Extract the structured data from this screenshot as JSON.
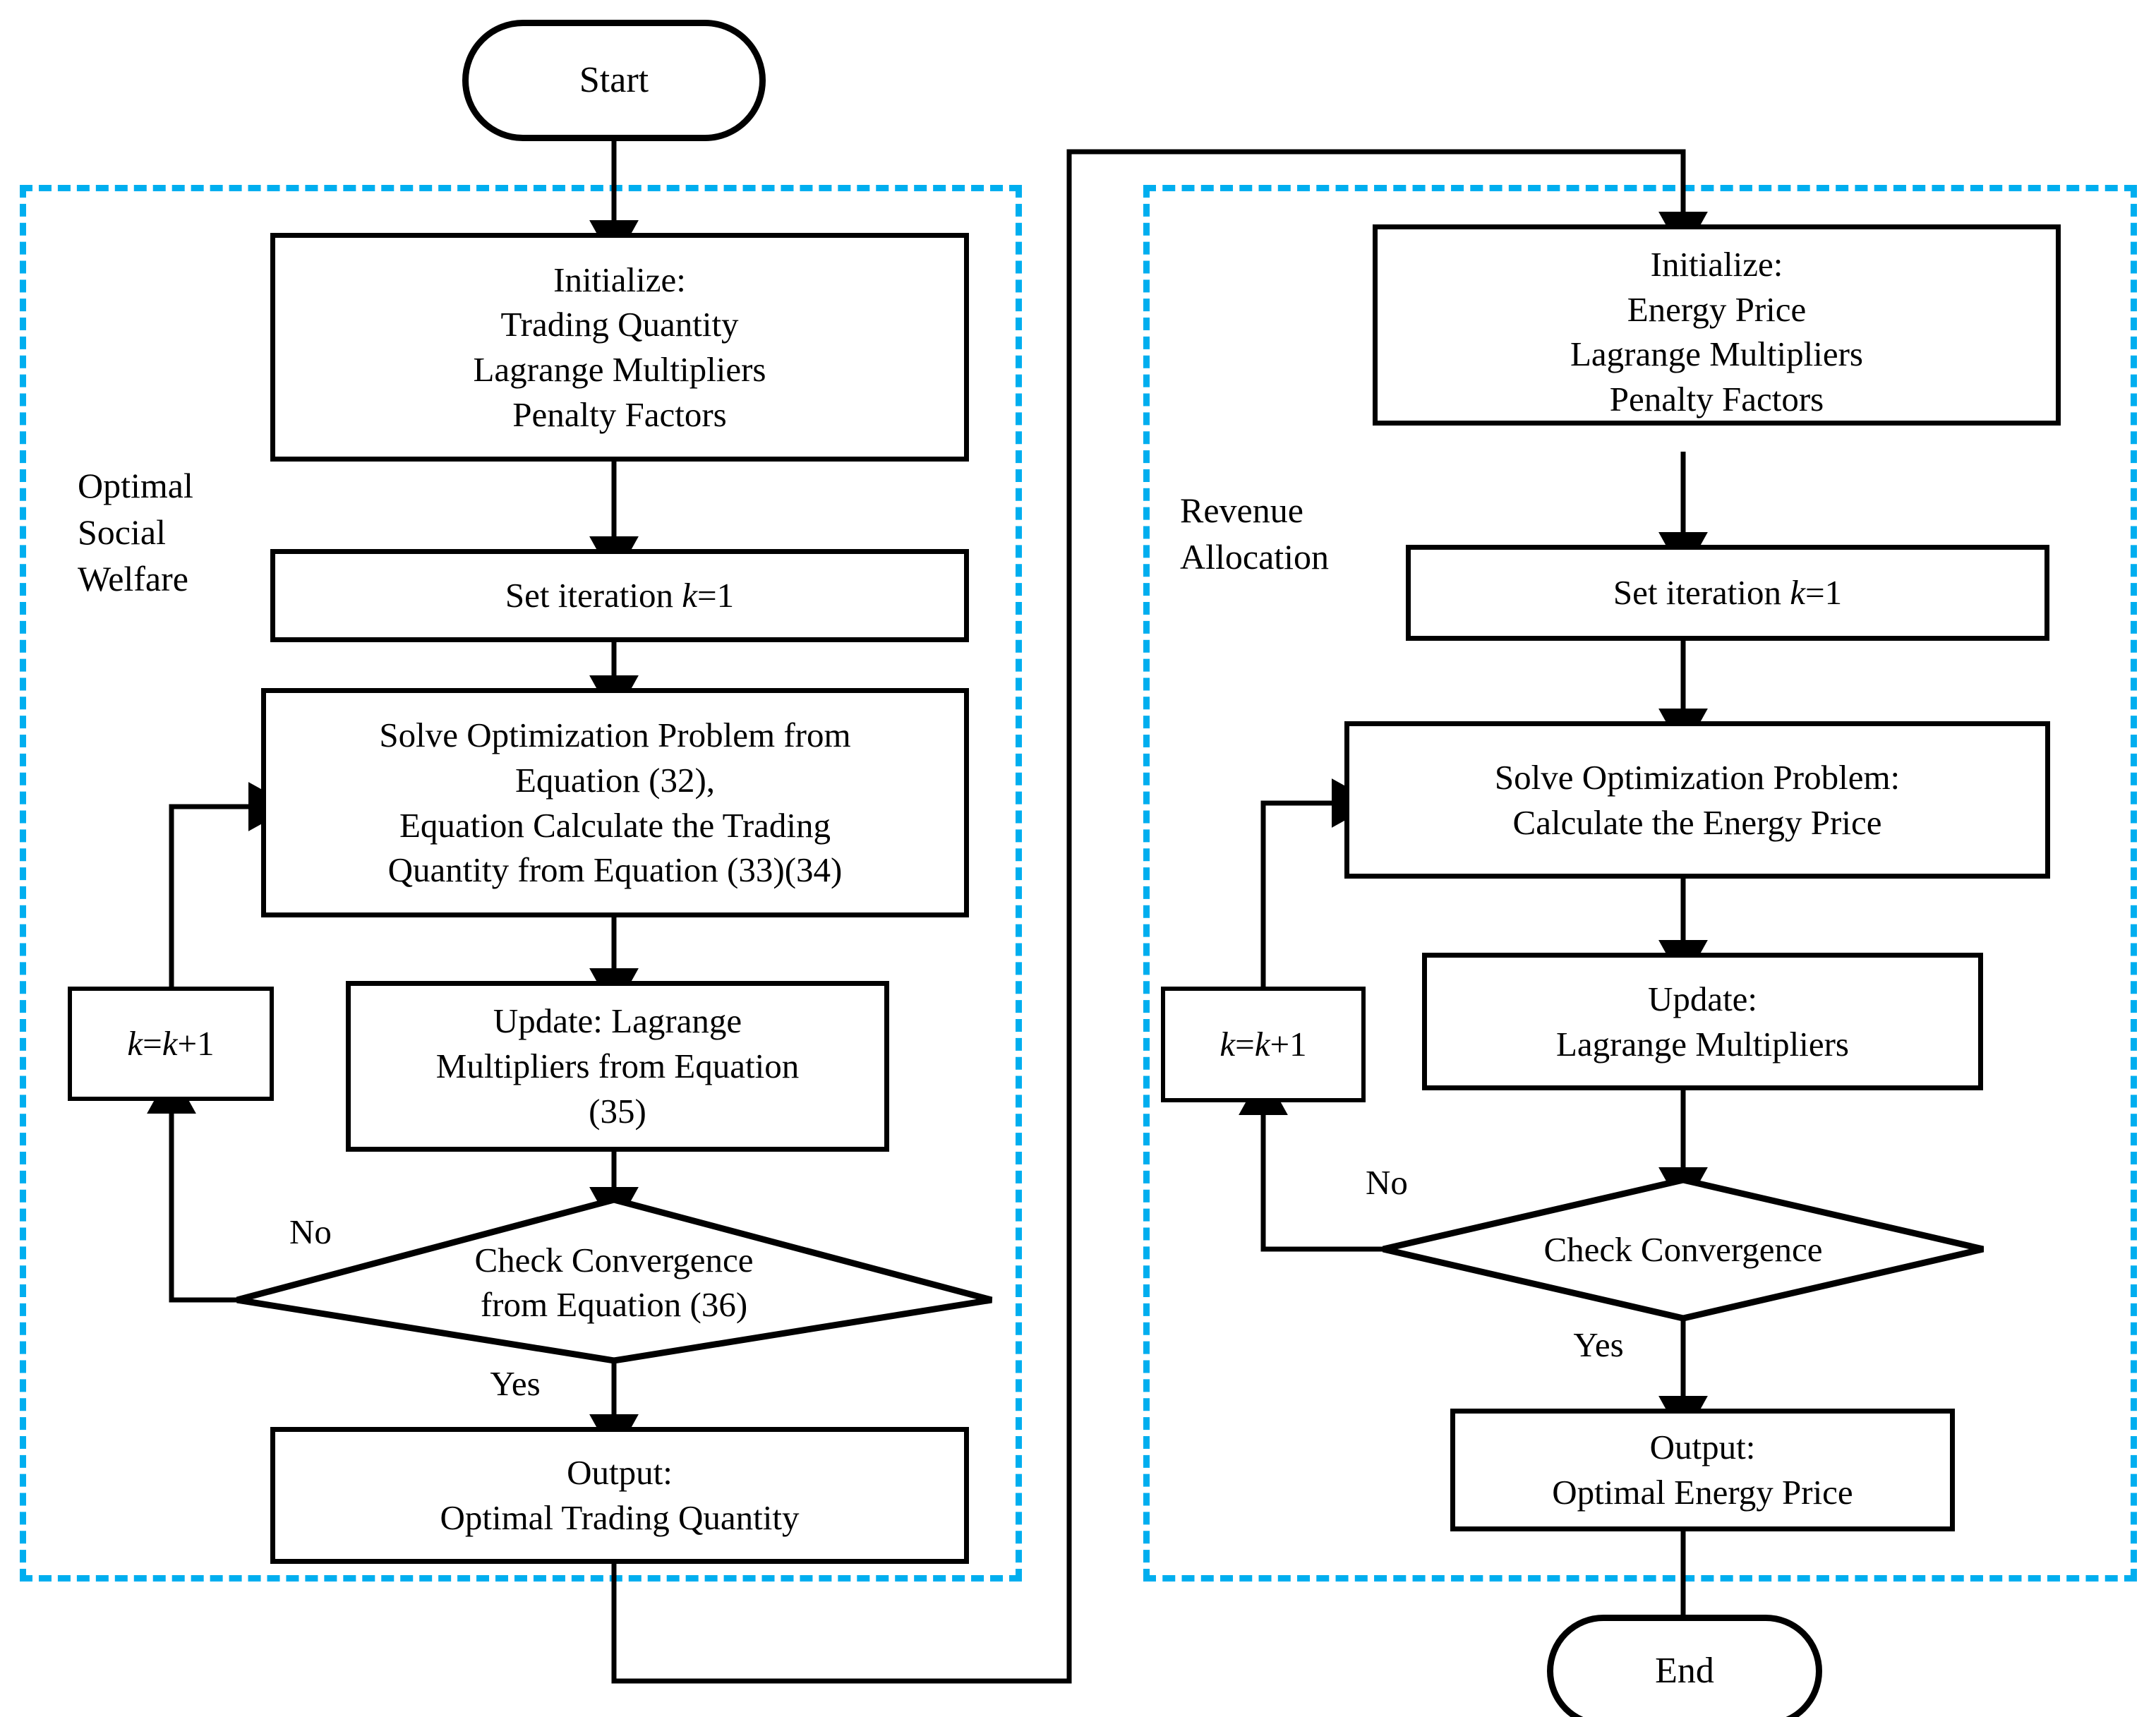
{
  "diagram": {
    "title": "Two-stage distributed optimization flowchart",
    "accent_color": "#00AEEF",
    "line_color": "#000000",
    "background": "#ffffff"
  },
  "terminators": {
    "start": "Start",
    "end": "End"
  },
  "groups": [
    {
      "id": "left",
      "label_lines": [
        "Optimal",
        "Social",
        "Welfare"
      ]
    },
    {
      "id": "right",
      "label_lines": [
        "Revenue",
        "Allocation"
      ]
    }
  ],
  "left_branch": {
    "initialize": {
      "lines": [
        "Initialize:",
        "Trading Quantity",
        "Lagrange Multipliers",
        "Penalty Factors"
      ]
    },
    "set_iteration": {
      "prefix": "Set iteration ",
      "var": "k",
      "suffix": "=1"
    },
    "solve": {
      "lines": [
        "Solve Optimization Problem from",
        "Equation (32),",
        "Equation Calculate the Trading",
        "Quantity from Equation (33)(34)"
      ]
    },
    "update": {
      "lines": [
        "Update: Lagrange",
        "Multipliers from Equation",
        "(35)"
      ]
    },
    "decision": {
      "lines": [
        "Check Convergence",
        "from Equation (36)"
      ]
    },
    "increment": {
      "var_a": "k",
      "eq": "=",
      "var_b": "k",
      "plus": "+1"
    },
    "output": {
      "lines": [
        "Output:",
        "Optimal Trading Quantity"
      ]
    },
    "edge_labels": {
      "no": "No",
      "yes": "Yes"
    }
  },
  "right_branch": {
    "initialize": {
      "lines": [
        "Initialize:",
        "Energy Price",
        "Lagrange Multipliers",
        "Penalty Factors"
      ]
    },
    "set_iteration": {
      "prefix": "Set iteration ",
      "var": "k",
      "suffix": "=1"
    },
    "solve": {
      "lines": [
        "Solve Optimization Problem:",
        "Calculate the Energy Price"
      ]
    },
    "update": {
      "lines": [
        "Update:",
        "Lagrange Multipliers"
      ]
    },
    "decision": {
      "lines": [
        "Check Convergence"
      ]
    },
    "increment": {
      "var_a": "k",
      "eq": "=",
      "var_b": "k",
      "plus": "+1"
    },
    "output": {
      "lines": [
        "Output:",
        "Optimal Energy Price"
      ]
    },
    "edge_labels": {
      "no": "No",
      "yes": "Yes"
    }
  }
}
